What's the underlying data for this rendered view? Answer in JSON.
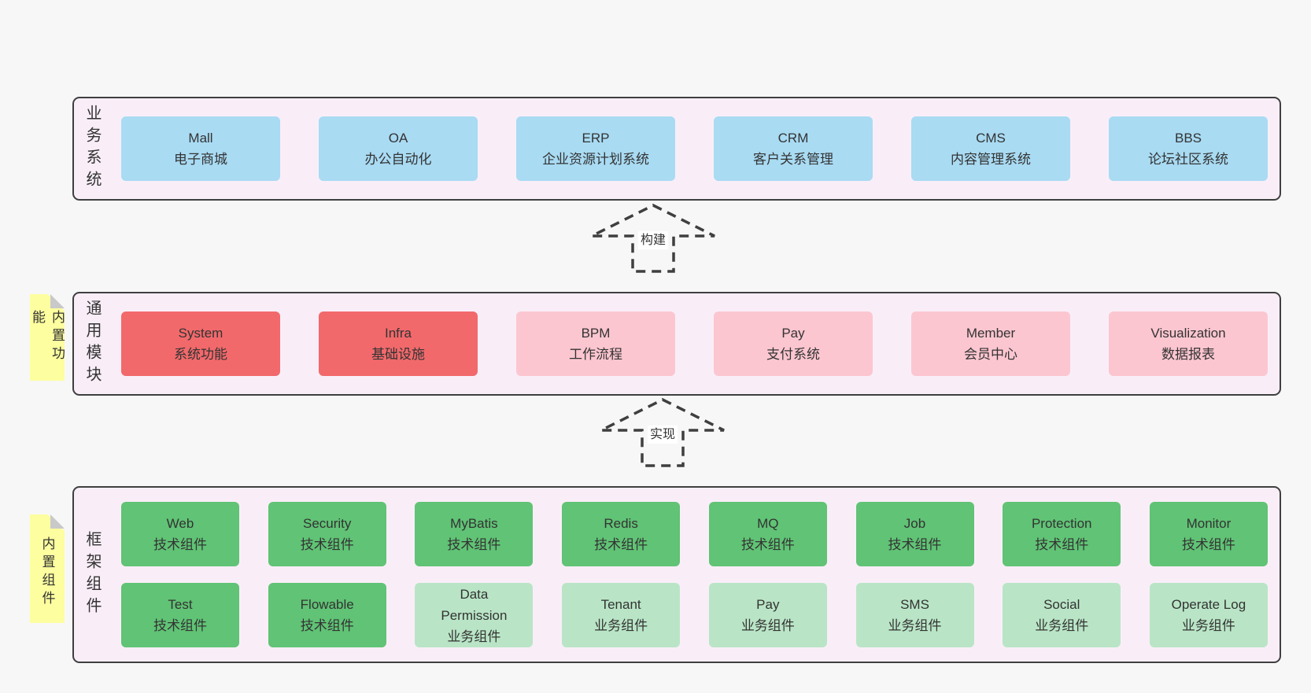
{
  "colors": {
    "page_bg": "#f7f7f7",
    "panel_bg": "#f9eef8",
    "panel_border": "#3f3f3f",
    "box_blue": "#a9dbf3",
    "box_red": "#f2696b",
    "box_pink": "#fcc6d0",
    "box_green": "#60c375",
    "box_light_green": "#b9e5c6",
    "note_yellow": "#fdfe9f",
    "note_fold_gray": "#c9c9c9",
    "text": "#333333"
  },
  "arrows": {
    "build": "构建",
    "implement": "实现"
  },
  "layers": {
    "business": {
      "label": "业务系统",
      "boxes": [
        {
          "en": "Mall",
          "zh": "电子商城"
        },
        {
          "en": "OA",
          "zh": "办公自动化"
        },
        {
          "en": "ERP",
          "zh": "企业资源计划系统"
        },
        {
          "en": "CRM",
          "zh": "客户关系管理"
        },
        {
          "en": "CMS",
          "zh": "内容管理系统"
        },
        {
          "en": "BBS",
          "zh": "论坛社区系统"
        }
      ]
    },
    "modules": {
      "note": "内置功能",
      "label": "通用模块",
      "boxes": [
        {
          "en": "System",
          "zh": "系统功能",
          "variant": "red"
        },
        {
          "en": "Infra",
          "zh": "基础设施",
          "variant": "red"
        },
        {
          "en": "BPM",
          "zh": "工作流程",
          "variant": "pink"
        },
        {
          "en": "Pay",
          "zh": "支付系统",
          "variant": "pink"
        },
        {
          "en": "Member",
          "zh": "会员中心",
          "variant": "pink"
        },
        {
          "en": "Visualization",
          "zh": "数据报表",
          "variant": "pink"
        }
      ]
    },
    "components": {
      "note": "内置组件",
      "label": "框架组件",
      "row1": [
        {
          "en": "Web",
          "zh": "技术组件",
          "variant": "green"
        },
        {
          "en": "Security",
          "zh": "技术组件",
          "variant": "green"
        },
        {
          "en": "MyBatis",
          "zh": "技术组件",
          "variant": "green"
        },
        {
          "en": "Redis",
          "zh": "技术组件",
          "variant": "green"
        },
        {
          "en": "MQ",
          "zh": "技术组件",
          "variant": "green"
        },
        {
          "en": "Job",
          "zh": "技术组件",
          "variant": "green"
        },
        {
          "en": "Protection",
          "zh": "技术组件",
          "variant": "green"
        },
        {
          "en": "Monitor",
          "zh": "技术组件",
          "variant": "green"
        }
      ],
      "row2": [
        {
          "en": "Test",
          "zh": "技术组件",
          "variant": "green"
        },
        {
          "en": "Flowable",
          "zh": "技术组件",
          "variant": "green"
        },
        {
          "en": "Data Permission",
          "zh": "业务组件",
          "variant": "light-green"
        },
        {
          "en": "Tenant",
          "zh": "业务组件",
          "variant": "light-green"
        },
        {
          "en": "Pay",
          "zh": "业务组件",
          "variant": "light-green"
        },
        {
          "en": "SMS",
          "zh": "业务组件",
          "variant": "light-green"
        },
        {
          "en": "Social",
          "zh": "业务组件",
          "variant": "light-green"
        },
        {
          "en": "Operate Log",
          "zh": "业务组件",
          "variant": "light-green"
        }
      ]
    }
  }
}
